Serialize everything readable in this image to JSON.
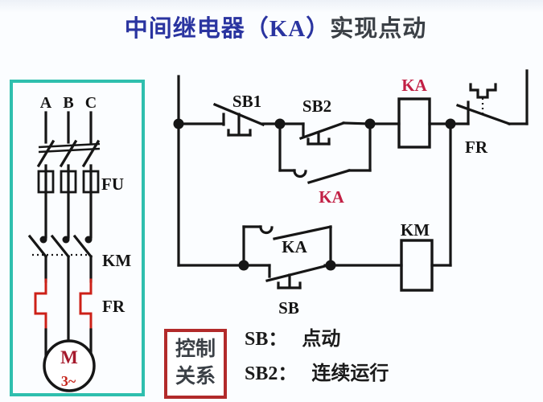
{
  "colors": {
    "wire": "#161616",
    "heater_red": "#cc2118",
    "accent_crimson": "#c22045",
    "panel_teal": "#2fbfae",
    "title_blue": "#2a34a0",
    "title_dark": "#3b4046",
    "legend_box_red": "#b22a2a",
    "background": "#fbfdff"
  },
  "title": {
    "highlight": "中间继电器（KA）",
    "rest": "实现点动"
  },
  "main_circuit": {
    "phases": [
      "A",
      "B",
      "C"
    ],
    "fuse": "FU",
    "contactor": "KM",
    "thermal": "FR",
    "motor": "M",
    "motor_phase": "3~"
  },
  "control_circuit": {
    "stop_button": "SB1",
    "run_button": "SB2",
    "ka_contact_upper": "KA",
    "relay_coil": "KA",
    "thermal_contact": "FR",
    "ka_contact_lower": "KA",
    "jog_button": "SB",
    "contactor_coil": "KM"
  },
  "legend": {
    "box": [
      "控制",
      "关系"
    ],
    "entries": [
      {
        "term": "SB：",
        "desc": "点动"
      },
      {
        "term": "SB2：",
        "desc": "连续运行"
      }
    ]
  }
}
